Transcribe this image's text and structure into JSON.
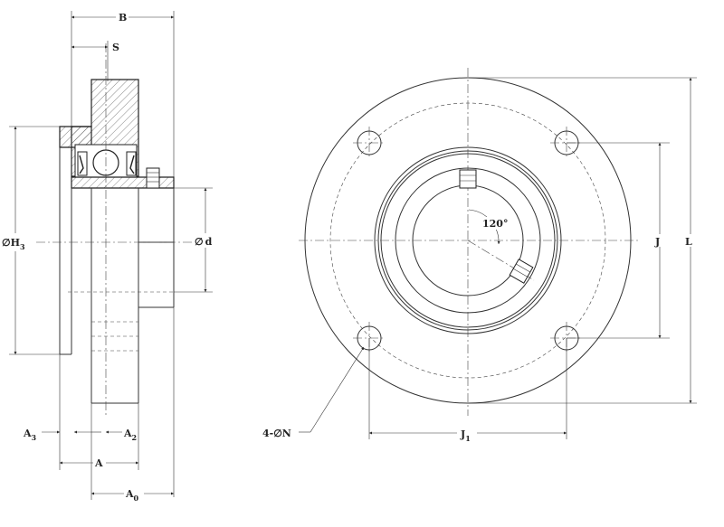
{
  "labels": {
    "B": "B",
    "S": "S",
    "H3": "H",
    "H3_sub": "3",
    "d": "d",
    "A3": "A",
    "A3_sub": "3",
    "A2": "A",
    "A2_sub": "2",
    "A": "A",
    "A0": "A",
    "A0_sub": "0",
    "J": "J",
    "L": "L",
    "J1": "J",
    "J1_sub": "1",
    "N": "4-∅N",
    "angle": "120°",
    "diameter_symbol": "∅"
  }
}
